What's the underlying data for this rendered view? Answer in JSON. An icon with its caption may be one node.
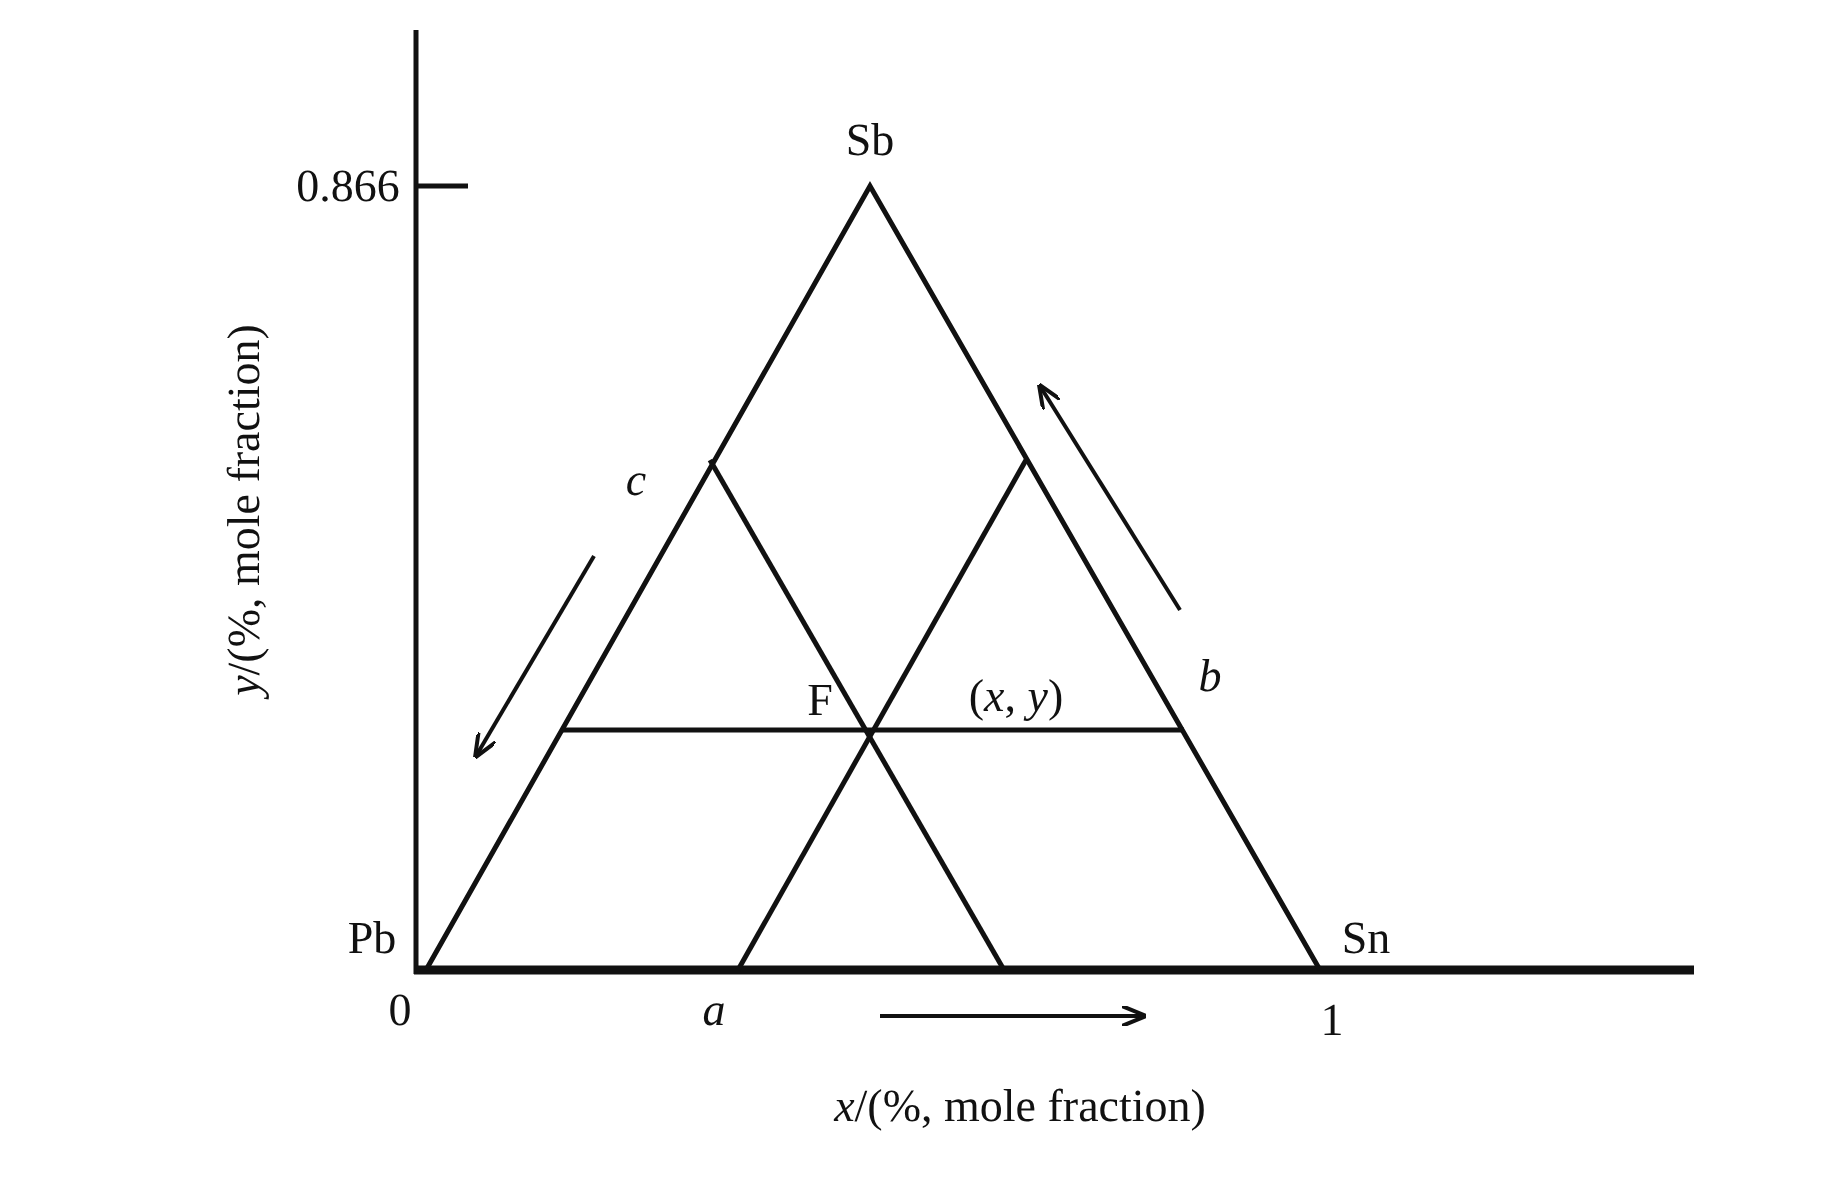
{
  "diagram": {
    "labels": [
      "0.866",
      "Sb",
      "c",
      "F",
      "(*x*, *y*)",
      "b",
      "Pb",
      "Sn",
      "0",
      "a",
      "1",
      "*x*/(%, mole fraction)",
      "*y*/(%, mole fraction)"
    ]
  }
}
